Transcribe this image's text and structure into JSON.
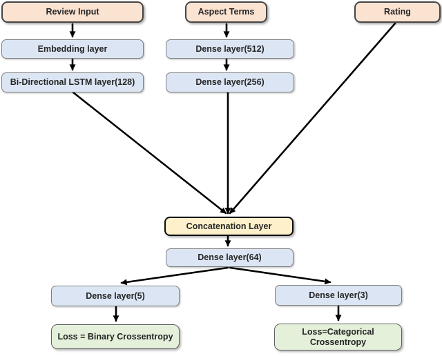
{
  "diagram": {
    "type": "flowchart",
    "description": "Multi-input neural network architecture",
    "nodes": {
      "review_input": {
        "label": "Review Input",
        "kind": "input"
      },
      "aspect_terms": {
        "label": "Aspect Terms",
        "kind": "input"
      },
      "rating": {
        "label": "Rating",
        "kind": "input"
      },
      "embedding": {
        "label": "Embedding layer",
        "kind": "layer"
      },
      "bilstm": {
        "label": "Bi-Directional LSTM layer(128)",
        "kind": "layer"
      },
      "dense512": {
        "label": "Dense layer(512)",
        "kind": "layer"
      },
      "dense256": {
        "label": "Dense layer(256)",
        "kind": "layer"
      },
      "concat": {
        "label": "Concatenation Layer",
        "kind": "concat"
      },
      "dense64": {
        "label": "Dense layer(64)",
        "kind": "layer"
      },
      "dense5": {
        "label": "Dense layer(5)",
        "kind": "layer"
      },
      "dense3": {
        "label": "Dense layer(3)",
        "kind": "layer"
      },
      "loss_binary": {
        "label": "Loss = Binary Crossentropy",
        "kind": "loss"
      },
      "loss_categorical": {
        "label": "Loss=Categorical Crossentropy",
        "kind": "loss"
      }
    },
    "edges": [
      {
        "from": "review_input",
        "to": "embedding"
      },
      {
        "from": "embedding",
        "to": "bilstm"
      },
      {
        "from": "aspect_terms",
        "to": "dense512"
      },
      {
        "from": "dense512",
        "to": "dense256"
      },
      {
        "from": "bilstm",
        "to": "concat"
      },
      {
        "from": "dense256",
        "to": "concat"
      },
      {
        "from": "rating",
        "to": "concat"
      },
      {
        "from": "concat",
        "to": "dense64"
      },
      {
        "from": "dense64",
        "to": "dense5"
      },
      {
        "from": "dense64",
        "to": "dense3"
      },
      {
        "from": "dense5",
        "to": "loss_binary"
      },
      {
        "from": "dense3",
        "to": "loss_categorical"
      }
    ],
    "colors": {
      "input_fill": "#fbe3d2",
      "input_border": "#454545",
      "layer_fill": "#dbe5f3",
      "layer_border": "#7f7f7f",
      "concat_fill": "#fdf0cb",
      "concat_border": "#0a0a0a",
      "loss_fill": "#e4f0da",
      "loss_border": "#606060",
      "edge_color": "#000000",
      "text_color": "#262626"
    }
  }
}
